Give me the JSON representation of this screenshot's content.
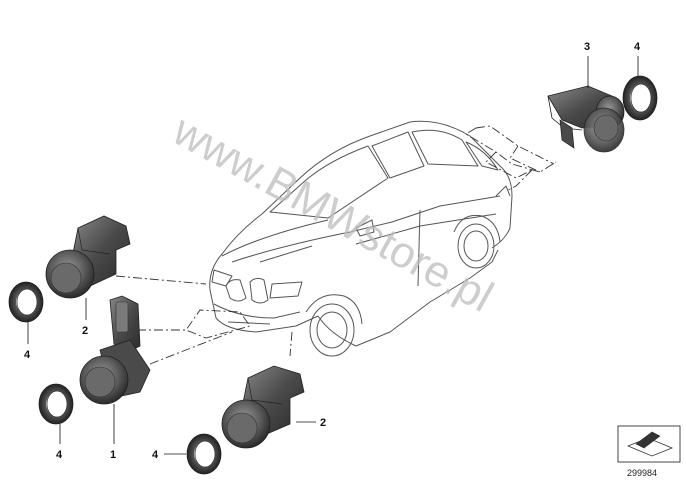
{
  "diagram": {
    "watermark_text": "www.BMWstore.pl",
    "part_number": "299984",
    "callouts": {
      "sensor_front_center": "1",
      "sensor_front_left": "2",
      "sensor_front_right": "2",
      "sensor_rear": "3",
      "ring_rear": "4",
      "ring_left_upper": "4",
      "ring_left_lower": "4",
      "ring_front_right": "4"
    }
  }
}
